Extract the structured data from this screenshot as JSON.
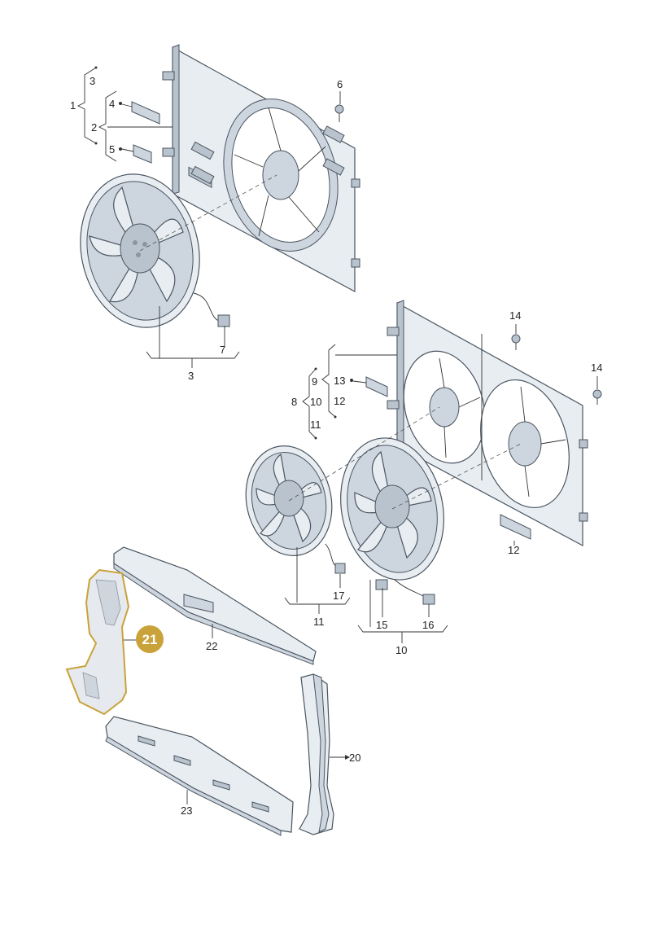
{
  "labels": {
    "l1": "1",
    "l2": "2",
    "l3a": "3",
    "l4": "4",
    "l5": "5",
    "l6": "6",
    "l7": "7",
    "l3b": "3",
    "l8": "8",
    "l9": "9",
    "l10a": "10",
    "l11a": "11",
    "l12a": "12",
    "l13": "13",
    "l14a": "14",
    "l14b": "14",
    "l12b": "12",
    "l11b": "11",
    "l17": "17",
    "l15": "15",
    "l16": "16",
    "l10b": "10",
    "l21": "21",
    "l22": "22",
    "l20": "20",
    "l23": "23"
  },
  "highlight": {
    "badge_color": "#c9a23a",
    "outline_color": "#c9a23a"
  }
}
